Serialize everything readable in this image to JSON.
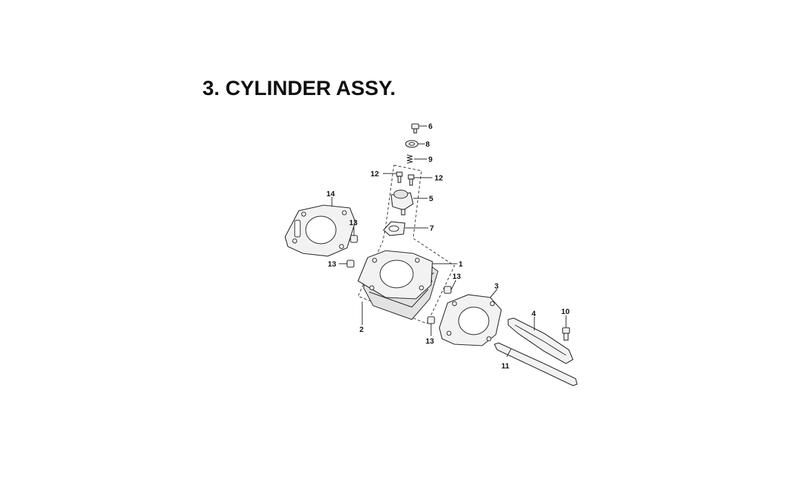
{
  "title": "3. CYLINDER ASSY.",
  "callouts": {
    "c1": "1",
    "c2": "2",
    "c3": "3",
    "c4": "4",
    "c5": "5",
    "c6": "6",
    "c7": "7",
    "c8": "8",
    "c9": "9",
    "c10": "10",
    "c11": "11",
    "c12a": "12",
    "c12b": "12",
    "c13a": "13",
    "c13b": "13",
    "c13c": "13",
    "c13d": "13",
    "c14": "14"
  }
}
